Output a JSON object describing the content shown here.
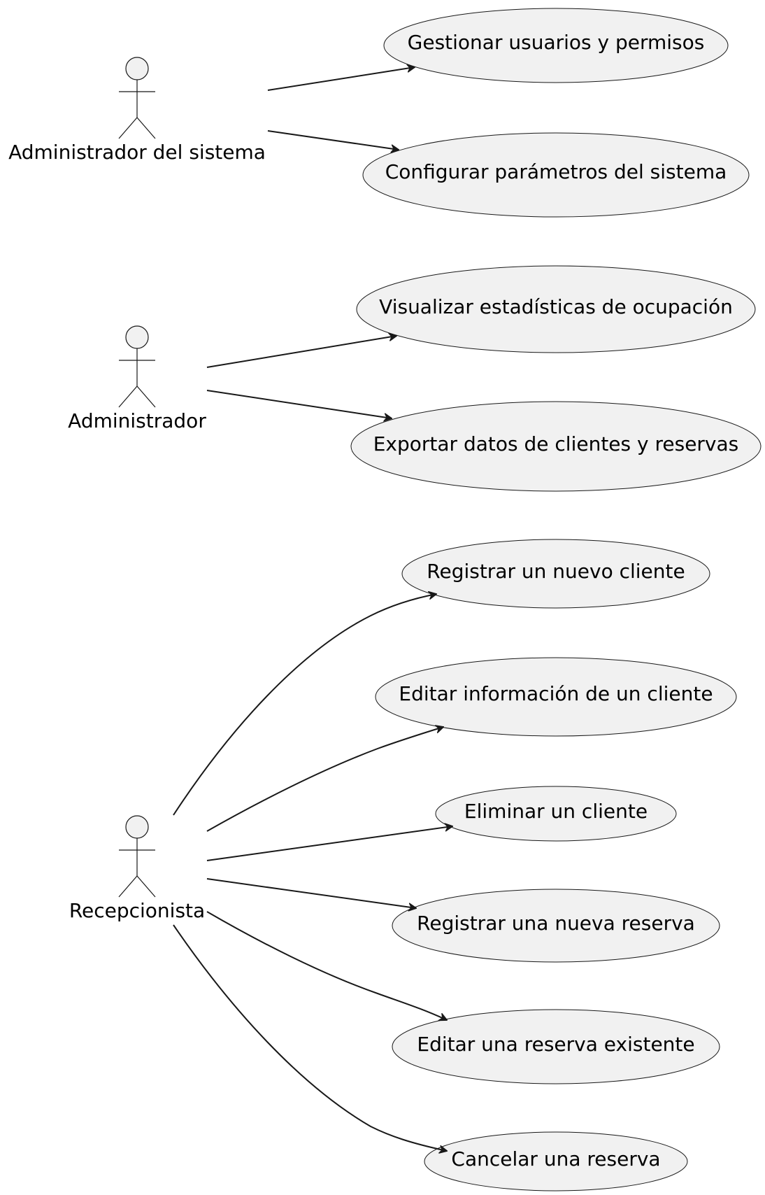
{
  "actors": {
    "admin_sistema": "Administrador del sistema",
    "admin": "Administrador",
    "recepcionista": "Recepcionista"
  },
  "use_cases": {
    "gestionar_usuarios": "Gestionar usuarios y permisos",
    "configurar_parametros": "Configurar parámetros del sistema",
    "visualizar_estadisticas": "Visualizar estadísticas de ocupación",
    "exportar_datos": "Exportar datos de clientes y reservas",
    "registrar_cliente": "Registrar un nuevo cliente",
    "editar_cliente": "Editar información de un cliente",
    "eliminar_cliente": "Eliminar un cliente",
    "registrar_reserva": "Registrar una nueva reserva",
    "editar_reserva": "Editar una reserva existente",
    "cancelar_reserva": "Cancelar una reserva"
  },
  "associations": [
    {
      "from": "admin_sistema",
      "to": "gestionar_usuarios"
    },
    {
      "from": "admin_sistema",
      "to": "configurar_parametros"
    },
    {
      "from": "admin",
      "to": "visualizar_estadisticas"
    },
    {
      "from": "admin",
      "to": "exportar_datos"
    },
    {
      "from": "recepcionista",
      "to": "registrar_cliente"
    },
    {
      "from": "recepcionista",
      "to": "editar_cliente"
    },
    {
      "from": "recepcionista",
      "to": "eliminar_cliente"
    },
    {
      "from": "recepcionista",
      "to": "registrar_reserva"
    },
    {
      "from": "recepcionista",
      "to": "editar_reserva"
    },
    {
      "from": "recepcionista",
      "to": "cancelar_reserva"
    }
  ]
}
